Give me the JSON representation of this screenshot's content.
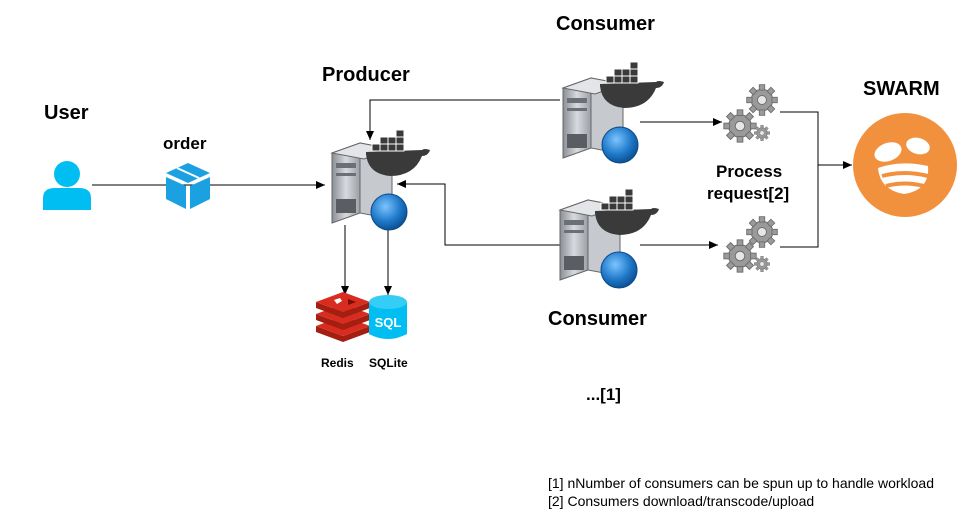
{
  "labels": {
    "user": "User",
    "order": "order",
    "producer": "Producer",
    "consumer_top": "Consumer",
    "consumer_bottom": "Consumer",
    "swarm": "SWARM",
    "process": "Process",
    "request": "request[2]",
    "redis": "Redis",
    "sqlite": "SQLite",
    "sql_icon_text": "SQL",
    "more_consumers": "...[1]"
  },
  "notes": [
    "[1] nNumber of consumers can be spun up to handle workload",
    "[2] Consumers download/transcode/upload"
  ],
  "colors": {
    "user_icon": "#00BEF2",
    "order_icon": "#1BA1E2",
    "swarm": "#F2913D",
    "redis": "#C4312B",
    "sqlite": "#00BEF2",
    "docker": "#3A3A3A",
    "globe": "#1E78C8",
    "server": "#B0B4BA",
    "gear": "#999999"
  }
}
